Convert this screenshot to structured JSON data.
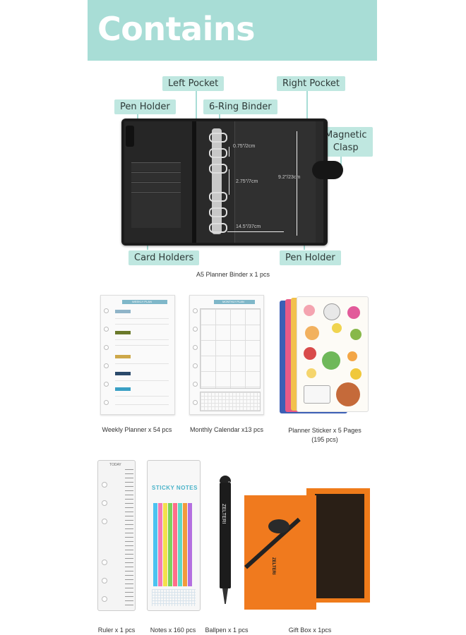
{
  "banner": {
    "title": "Contains"
  },
  "callouts": {
    "left_pocket": "Left Pocket",
    "right_pocket": "Right Pocket",
    "pen_holder_top": "Pen Holder",
    "ring_binder": "6-Ring Binder",
    "magnetic_clasp_l1": "Magnetic",
    "magnetic_clasp_l2": "Clasp",
    "card_holders": "Card Holders",
    "pen_holder_bottom": "Pen Holder"
  },
  "dimensions": {
    "d1": "0.75\"/2cm",
    "d2": "2.75\"/7cm",
    "d3": "9.2\"/23cm",
    "d4": "14.5\"/37cm"
  },
  "sheets": {
    "weekly_header": "WEEKLY PLAN",
    "monthly_header": "MONTHLY PLAN"
  },
  "notes": {
    "label": "STICKY NOTES"
  },
  "pen": {
    "brand": "ZELTERI"
  },
  "giftbox": {
    "brand": "ZELTERI"
  },
  "ruler": {
    "label": "TODAY"
  },
  "captions": {
    "binder": "A5 Planner Binder x 1 pcs",
    "weekly": "Weekly Planner x 54 pcs",
    "monthly": "Monthly Calendar x13 pcs",
    "sticker_l1": "Planner Sticker x 5 Pages",
    "sticker_l2": "(195 pcs)",
    "ruler": "Ruler x 1 pcs",
    "notes": "Notes x  160 pcs",
    "pen": "Ballpen x 1 pcs",
    "giftbox": "Gift Box x 1pcs"
  },
  "colors": {
    "accent": "#a8ddd6",
    "pill": "#bfe7e0",
    "binder": "#1b1b1b",
    "box_orange": "#ef7b1a"
  }
}
